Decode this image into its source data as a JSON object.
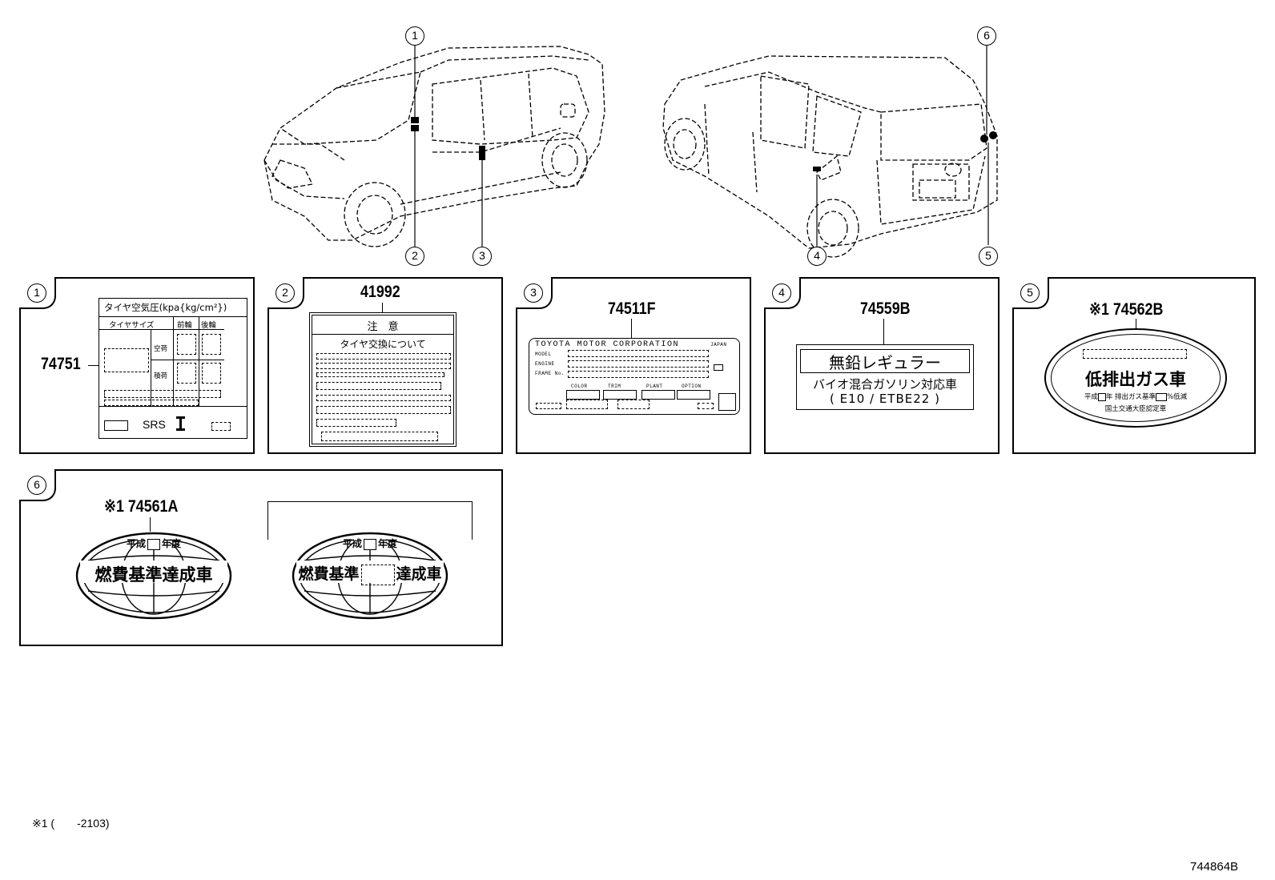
{
  "callouts": [
    "1",
    "2",
    "3",
    "4",
    "5",
    "6"
  ],
  "panel1": {
    "number": "1",
    "part_no": "74751",
    "title": "タイヤ空気圧(kpa{kg/cm²})",
    "col_size": "タイヤサイズ",
    "col_front": "前輪",
    "col_rear": "後輪",
    "row_empty": "空荷",
    "row_loaded": "積荷",
    "srs": "SRS"
  },
  "panel2": {
    "number": "2",
    "part_no": "41992",
    "heading": "注　意",
    "subheading": "タイヤ交換について"
  },
  "panel3": {
    "number": "3",
    "part_no": "74511F",
    "maker": "TOYOTA MOTOR CORPORATION",
    "country": "JAPAN",
    "model": "MODEL",
    "engine": "ENGINE",
    "frame": "FRAME No.",
    "color": "COLOR",
    "trim": "TRIM",
    "plant": "PLANT",
    "option": "OPTION"
  },
  "panel4": {
    "number": "4",
    "part_no": "74559B",
    "line1": "無鉛レギュラー",
    "line2": "バイオ混合ガソリン対応車",
    "line3": "( E10 / ETBE22 )"
  },
  "panel5": {
    "number": "5",
    "part_no": "※1 74562B",
    "main": "低排出ガス車",
    "sub1_a": "平成",
    "sub1_b": "年 排出ガス基準",
    "sub1_c": "%低減",
    "sub2": "国土交通大臣認定車"
  },
  "panel6": {
    "number": "6",
    "part_no": "※1 74561A",
    "era": "平成",
    "year": "年度",
    "main": "燃費基準達成車",
    "main_a": "燃費基準",
    "main_b": "達成車"
  },
  "footnote": "※1 (　　-2103)",
  "diagram_id": "744864B"
}
